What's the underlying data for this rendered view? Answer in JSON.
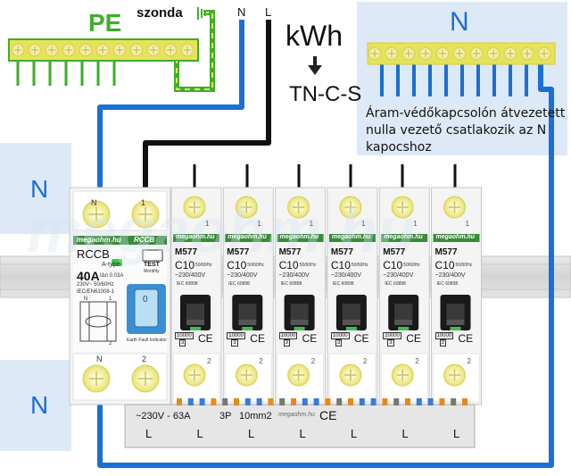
{
  "pe_bar": {
    "label": "PE",
    "probe_label": "szonda"
  },
  "wire_labels": {
    "neutral": "N",
    "line": "L"
  },
  "meter": {
    "label": "kWh",
    "arrow_label": "TN-C-S"
  },
  "n_bar": {
    "label": "N",
    "note": "Áram-védőkapcsolón átvezetett nulla vezető csatlakozik az N kapocshoz"
  },
  "side_labels": {
    "upper_n": "N",
    "lower_n": "N"
  },
  "rccb": {
    "brand": "megaohm.hu",
    "model": "RCCB",
    "top_terminal_n": "N",
    "top_terminal_1": "1",
    "bottom_terminal_n": "N",
    "bottom_terminal_2": "2",
    "rating": "40A",
    "type_label": "A-type",
    "sensitivity": "IΔn 0.03A",
    "voltage": "230V~ 50/60Hz",
    "standard": "IEC/EN61008-1",
    "test_label": "TEST",
    "test_sub": "Monthly",
    "indicator_label": "Earth Fault Indicator",
    "handle_value": "0",
    "scheme_n": "N",
    "scheme_1": "1",
    "scheme_2": "2"
  },
  "mcb_spec": {
    "brand": "megaohm.hu",
    "model": "M577",
    "rating": "C10",
    "freq": "50/60Hz",
    "voltage": "~230/400V",
    "standard": "IEC 60898",
    "capacity": "10000",
    "class": "3",
    "top_terminal": "1",
    "bottom_terminal": "2"
  },
  "mcb_count": 6,
  "busbar": {
    "spec": "~230V - 63A",
    "poles": "3P",
    "cross_section": "10mm2",
    "brand": "megaohm.hu",
    "outputs": [
      "L",
      "L",
      "L",
      "L",
      "L",
      "L",
      "L"
    ]
  },
  "watermark": "megaohm.hu",
  "colors": {
    "neutral_wire": "#1a6fd8",
    "line_wire": "#111111",
    "pe_green": "#3fae2a",
    "pe_yellow": "#e6e35a",
    "terminal_yellow": "#f3ef6e",
    "callout_bg": "#dde9f6",
    "brand_green": "#3a8a3a",
    "rail": "#d9d9d9"
  }
}
